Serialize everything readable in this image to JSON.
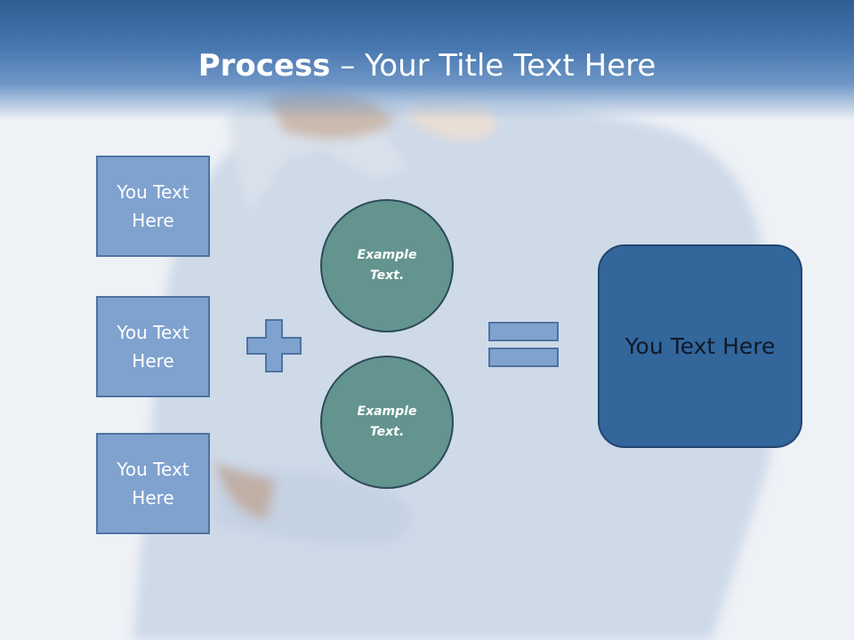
{
  "slide": {
    "title_bold": "Process",
    "title_rest": " – Your Title Text Here",
    "input_boxes": [
      {
        "label": "You Text Here"
      },
      {
        "label": "You Text Here"
      },
      {
        "label": "You Text Here"
      }
    ],
    "operands": [
      {
        "label": "Example Text."
      },
      {
        "label": "Example Text."
      }
    ],
    "operators": {
      "plus_icon": "plus-icon",
      "equals_icon": "equals-icon"
    },
    "result_box": {
      "label": "You Text Here"
    },
    "background_image": "blurred person in light blue sweater, hand on chin",
    "colors": {
      "title_band": "#3a6aa3",
      "box_fill": "#7fa2cf",
      "circle_fill": "#64948f",
      "result_fill": "#33669b"
    }
  }
}
